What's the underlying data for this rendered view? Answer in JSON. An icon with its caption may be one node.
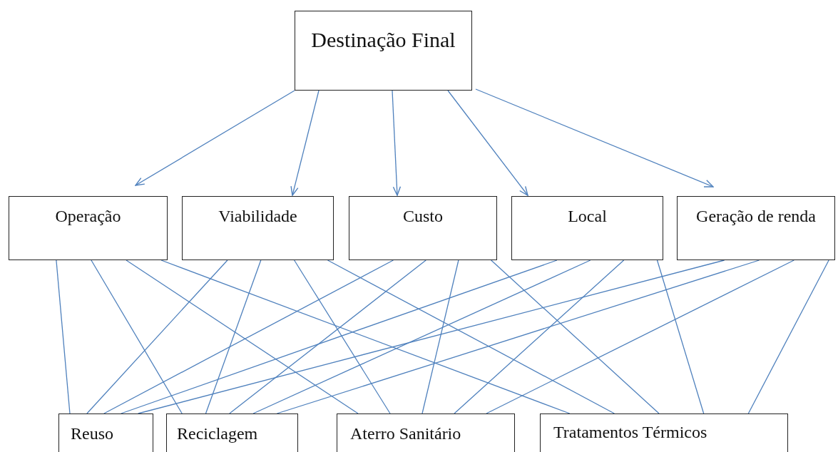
{
  "diagram": {
    "nodes": [
      {
        "text": [
          "Destinação Final"
        ]
      },
      {
        "text": [
          "Operação"
        ]
      },
      {
        "text": [
          "Viabilidade"
        ]
      },
      {
        "text": [
          "Custo"
        ]
      },
      {
        "text": [
          "Local"
        ]
      },
      {
        "text": [
          "Geração de renda"
        ]
      },
      {
        "text": [
          "Reuso"
        ]
      },
      {
        "text": [
          "Reciclagem"
        ]
      },
      {
        "text": [
          "Aterro Sanitário"
        ]
      },
      {
        "text": [
          "Tratamentos Térmicos"
        ]
      }
    ],
    "edges": [
      {
        "from": 0,
        "to": 1,
        "arrow": "to"
      },
      {
        "from": 0,
        "to": 2,
        "arrow": "to"
      },
      {
        "from": 0,
        "to": 3,
        "arrow": "to"
      },
      {
        "from": 0,
        "to": 4,
        "arrow": "to"
      },
      {
        "from": 0,
        "to": 5,
        "arrow": "to"
      },
      {
        "from": 1,
        "to": 6,
        "arrow": "none"
      },
      {
        "from": 1,
        "to": 7,
        "arrow": "none"
      },
      {
        "from": 1,
        "to": 8,
        "arrow": "none"
      },
      {
        "from": 1,
        "to": 9,
        "arrow": "none"
      },
      {
        "from": 2,
        "to": 6,
        "arrow": "none"
      },
      {
        "from": 2,
        "to": 7,
        "arrow": "none"
      },
      {
        "from": 2,
        "to": 8,
        "arrow": "none"
      },
      {
        "from": 2,
        "to": 9,
        "arrow": "none"
      },
      {
        "from": 3,
        "to": 6,
        "arrow": "none"
      },
      {
        "from": 3,
        "to": 7,
        "arrow": "none"
      },
      {
        "from": 3,
        "to": 8,
        "arrow": "none"
      },
      {
        "from": 3,
        "to": 9,
        "arrow": "none"
      },
      {
        "from": 4,
        "to": 6,
        "arrow": "none"
      },
      {
        "from": 4,
        "to": 7,
        "arrow": "none"
      },
      {
        "from": 4,
        "to": 8,
        "arrow": "none"
      },
      {
        "from": 4,
        "to": 9,
        "arrow": "none"
      },
      {
        "from": 5,
        "to": 6,
        "arrow": "none"
      },
      {
        "from": 5,
        "to": 7,
        "arrow": "none"
      },
      {
        "from": 5,
        "to": 8,
        "arrow": "none"
      },
      {
        "from": 5,
        "to": 9,
        "arrow": "none"
      }
    ]
  }
}
